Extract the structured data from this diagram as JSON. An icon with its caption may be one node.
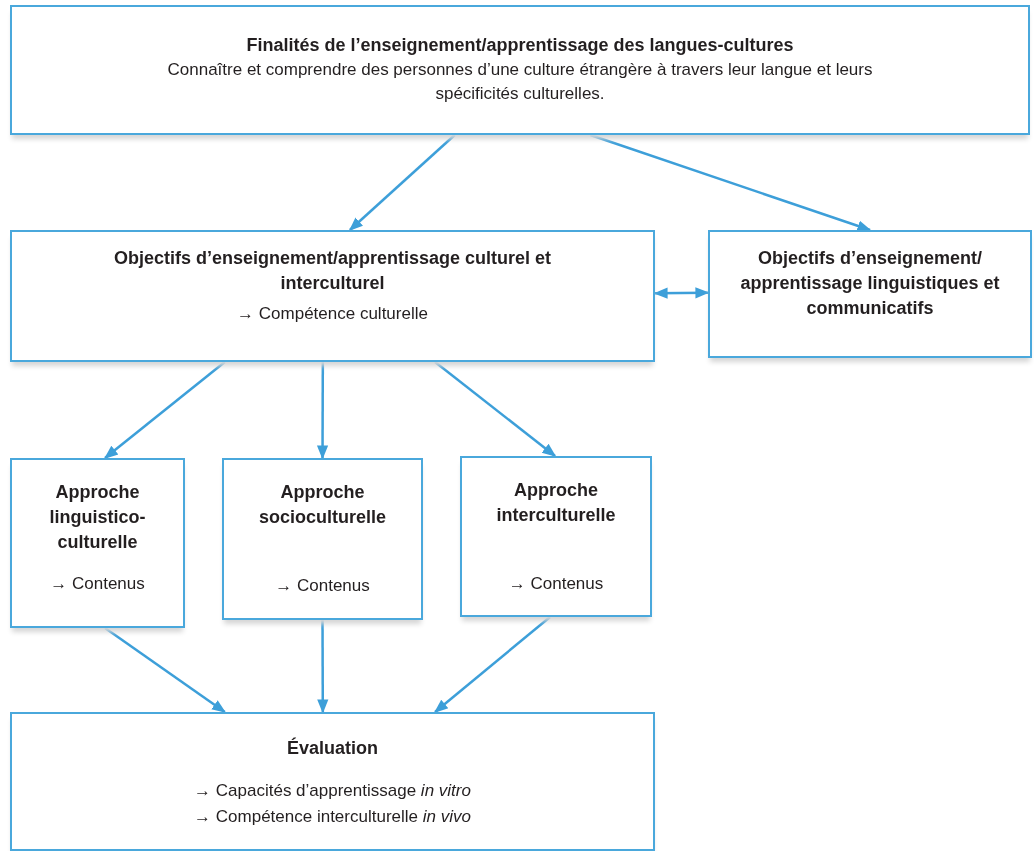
{
  "diagram": {
    "nodes": [
      {
        "text": [
          "Finalités de l’enseignement/apprentissage des langues-cultures",
          "Connaître et comprendre des personnes d’une culture étrangère à travers leur langue et leurs spécificités culturelles."
        ]
      },
      {
        "text": [
          "Objectifs d’enseignement/apprentissage culturel et interculturel",
          "→ Compétence culturelle"
        ]
      },
      {
        "text": [
          "Objectifs d’enseignement/ apprentissage linguistiques et communicatifs"
        ]
      },
      {
        "text": [
          "Approche linguistico-culturelle",
          "→ Contenus"
        ]
      },
      {
        "text": [
          "Approche socioculturelle",
          "→ Contenus"
        ]
      },
      {
        "text": [
          "Approche interculturelle",
          "→ Contenus"
        ]
      },
      {
        "text": [
          "Évaluation",
          "→ Capacités d’apprentissage *in vitro*",
          "→ Compétence interculturelle *in vivo*"
        ]
      }
    ],
    "edges": [
      {
        "from": 0,
        "to": 1,
        "arrow": "to"
      },
      {
        "from": 0,
        "to": 2,
        "arrow": "to"
      },
      {
        "from": 1,
        "to": 2,
        "arrow": "both"
      },
      {
        "from": 1,
        "to": 3,
        "arrow": "to"
      },
      {
        "from": 1,
        "to": 4,
        "arrow": "to"
      },
      {
        "from": 1,
        "to": 5,
        "arrow": "to"
      },
      {
        "from": 3,
        "to": 6,
        "arrow": "to"
      },
      {
        "from": 4,
        "to": 6,
        "arrow": "to"
      },
      {
        "from": 5,
        "to": 6,
        "arrow": "to"
      }
    ]
  }
}
